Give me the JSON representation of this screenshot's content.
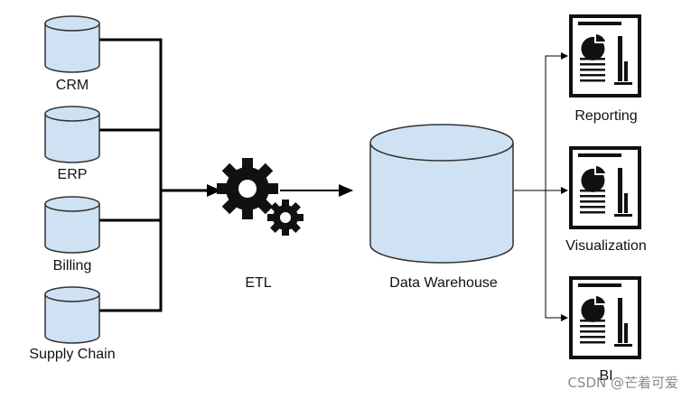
{
  "sources": [
    {
      "label": "CRM"
    },
    {
      "label": "ERP"
    },
    {
      "label": "Billing"
    },
    {
      "label": "Supply Chain"
    }
  ],
  "etl": {
    "label": "ETL",
    "icon": "gears-icon"
  },
  "warehouse": {
    "label": "Data Warehouse",
    "icon": "database-cylinder-icon"
  },
  "outputs": [
    {
      "label": "Reporting",
      "icon": "report-document-icon"
    },
    {
      "label": "Visualization",
      "icon": "report-document-icon"
    },
    {
      "label": "BI",
      "icon": "report-document-icon"
    }
  ],
  "watermark": "CSDN @芒着可爱",
  "colors": {
    "fill": "#cfe2f3",
    "stroke": "#333333",
    "line": "#000000"
  }
}
